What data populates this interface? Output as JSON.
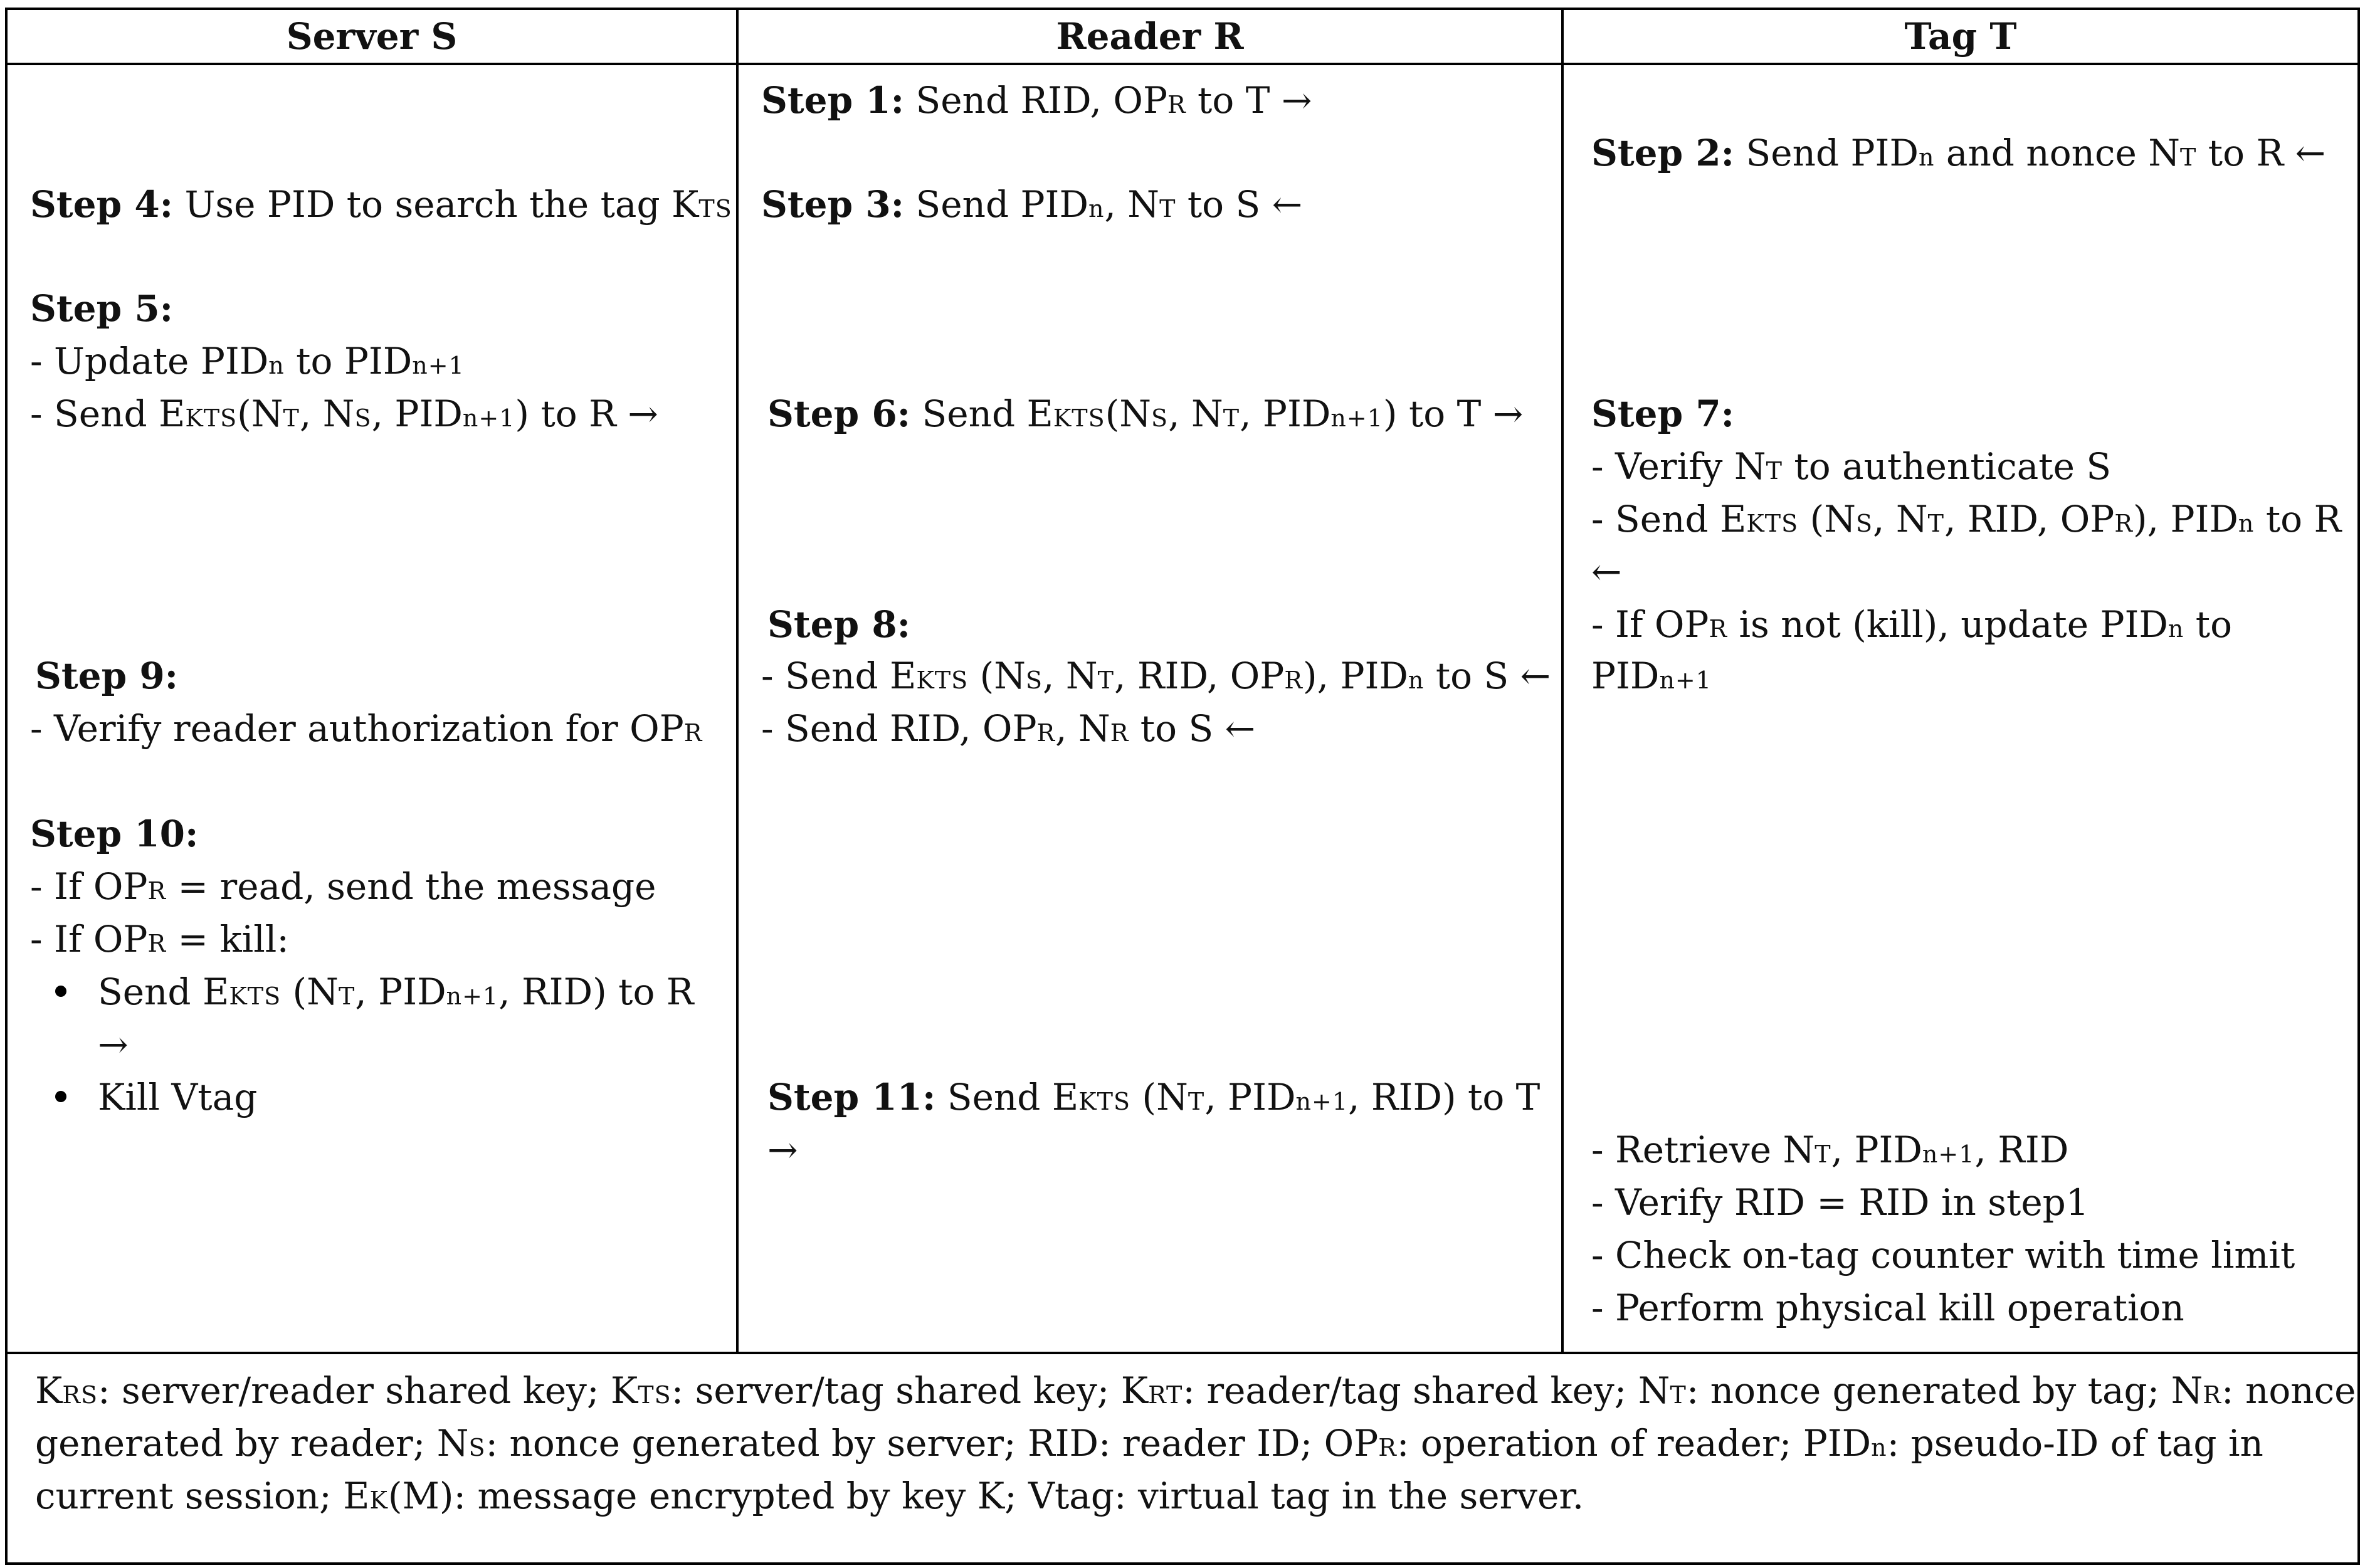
{
  "headers": {
    "server": "Server S",
    "reader": "Reader R",
    "tag": "Tag T"
  },
  "server": {
    "step4_label": "Step 4:",
    "step4_a": " Use PID to search the tag K",
    "step4_sub": "TS",
    "step5_label": "Step 5:",
    "step5_l1_a": "- Update PID",
    "step5_l1_s1": "n",
    "step5_l1_b": " to PID",
    "step5_l1_s2": "n+1",
    "step5_l2_a": "- Send E",
    "step5_l2_s1": "KTS",
    "step5_l2_b": "(N",
    "step5_l2_s2": "T",
    "step5_l2_c": ", N",
    "step5_l2_s3": "S",
    "step5_l2_d": ", PID",
    "step5_l2_s4": "n+1",
    "step5_l2_e": ") to R →",
    "step9_label": "Step 9:",
    "step9_l1_a": "- Verify reader authorization for OP",
    "step9_l1_s1": "R",
    "step10_label": "Step 10:",
    "step10_l1_a": "- If OP",
    "step10_l1_s1": "R",
    "step10_l1_b": " = read, send the message",
    "step10_l2_a": "- If OP",
    "step10_l2_s1": "R",
    "step10_l2_b": " = kill:",
    "step10_b1_a": "Send E",
    "step10_b1_s1": "KTS",
    "step10_b1_b": " (N",
    "step10_b1_s2": "T",
    "step10_b1_c": ", PID",
    "step10_b1_s3": "n+1",
    "step10_b1_d": ", RID) to R",
    "step10_b1_arrow": "→",
    "step10_b2": "Kill Vtag"
  },
  "reader": {
    "step1_label": "Step 1:",
    "step1_a": " Send RID, OP",
    "step1_s1": "R",
    "step1_b": " to T →",
    "step3_label": "Step 3:",
    "step3_a": " Send PID",
    "step3_s1": "n",
    "step3_b": ", N",
    "step3_s2": "T",
    "step3_c": " to S ←",
    "step6_label": "Step 6:",
    "step6_a": " Send E",
    "step6_s1": "KTS",
    "step6_b": "(N",
    "step6_s2": "S",
    "step6_c": ", N",
    "step6_s3": "T",
    "step6_d": ", PID",
    "step6_s4": "n+1",
    "step6_e": ") to T →",
    "step8_label": "Step 8:",
    "step8_l1_a": "- Send E",
    "step8_l1_s1": "KTS",
    "step8_l1_b": " (N",
    "step8_l1_s2": "S",
    "step8_l1_c": ", N",
    "step8_l1_s3": "T",
    "step8_l1_d": ", RID, OP",
    "step8_l1_s4": "R",
    "step8_l1_e": "), PID",
    "step8_l1_s5": "n",
    "step8_l1_f": " to S ←",
    "step8_l2_a": "- Send RID, OP",
    "step8_l2_s1": "R",
    "step8_l2_b": ", N",
    "step8_l2_s2": "R",
    "step8_l2_c": " to S ←",
    "step11_label": "Step 11:",
    "step11_a": " Send E",
    "step11_s1": "KTS",
    "step11_b": " (N",
    "step11_s2": "T",
    "step11_c": ", PID",
    "step11_s3": "n+1",
    "step11_d": ", RID) to T",
    "step11_arrow": "→"
  },
  "tag": {
    "step2_label": "Step 2:",
    "step2_a": " Send PID",
    "step2_s1": "n",
    "step2_b": " and nonce N",
    "step2_s2": "T",
    "step2_c": " to R ←",
    "step7_label": "Step 7:",
    "step7_l1_a": "- Verify N",
    "step7_l1_s1": "T",
    "step7_l1_b": " to authenticate S",
    "step7_l2_a": "- Send E",
    "step7_l2_s1": "KTS",
    "step7_l2_b": " (N",
    "step7_l2_s2": "S",
    "step7_l2_c": ", N",
    "step7_l2_s3": "T",
    "step7_l2_d": ", RID, OP",
    "step7_l2_s4": "R",
    "step7_l2_e": "), PID",
    "step7_l2_s5": "n",
    "step7_l2_f": " to R",
    "step7_l2_arrow": "←",
    "step7_l3_a": "- If OP",
    "step7_l3_s1": "R",
    "step7_l3_b": " is not (kill), update PID",
    "step7_l3_s2": "n",
    "step7_l3_c": " to",
    "step7_l4_a": "PID",
    "step7_l4_s1": "n+1",
    "final_l1_a": "- Retrieve N",
    "final_l1_s1": "T",
    "final_l1_b": ", PID",
    "final_l1_s2": "n+1",
    "final_l1_c": ", RID",
    "final_l2": "- Verify RID = RID in step1",
    "final_l3": "- Check on-tag counter with time limit",
    "final_l4": "- Perform physical kill operation"
  },
  "footnote": {
    "l1_a": "K",
    "l1_s1": "RS",
    "l1_b": ": server/reader shared key; K",
    "l1_s2": "TS",
    "l1_c": ": server/tag shared key; K",
    "l1_s3": "RT",
    "l1_d": ": reader/tag shared key; N",
    "l1_s4": "T",
    "l1_e": ": nonce generated by tag; N",
    "l1_s5": "R",
    "l1_f": ": nonce",
    "l2_a": "generated by reader; N",
    "l2_s1": "S",
    "l2_b": ": nonce generated by server; RID: reader ID; OP",
    "l2_s2": "R",
    "l2_c": ": operation of reader; PID",
    "l2_s3": "n",
    "l2_d": ": pseudo-ID of tag in",
    "l3_a": "current session; E",
    "l3_s1": "K",
    "l3_b": "(M): message encrypted by key K; Vtag: virtual tag in the server."
  }
}
